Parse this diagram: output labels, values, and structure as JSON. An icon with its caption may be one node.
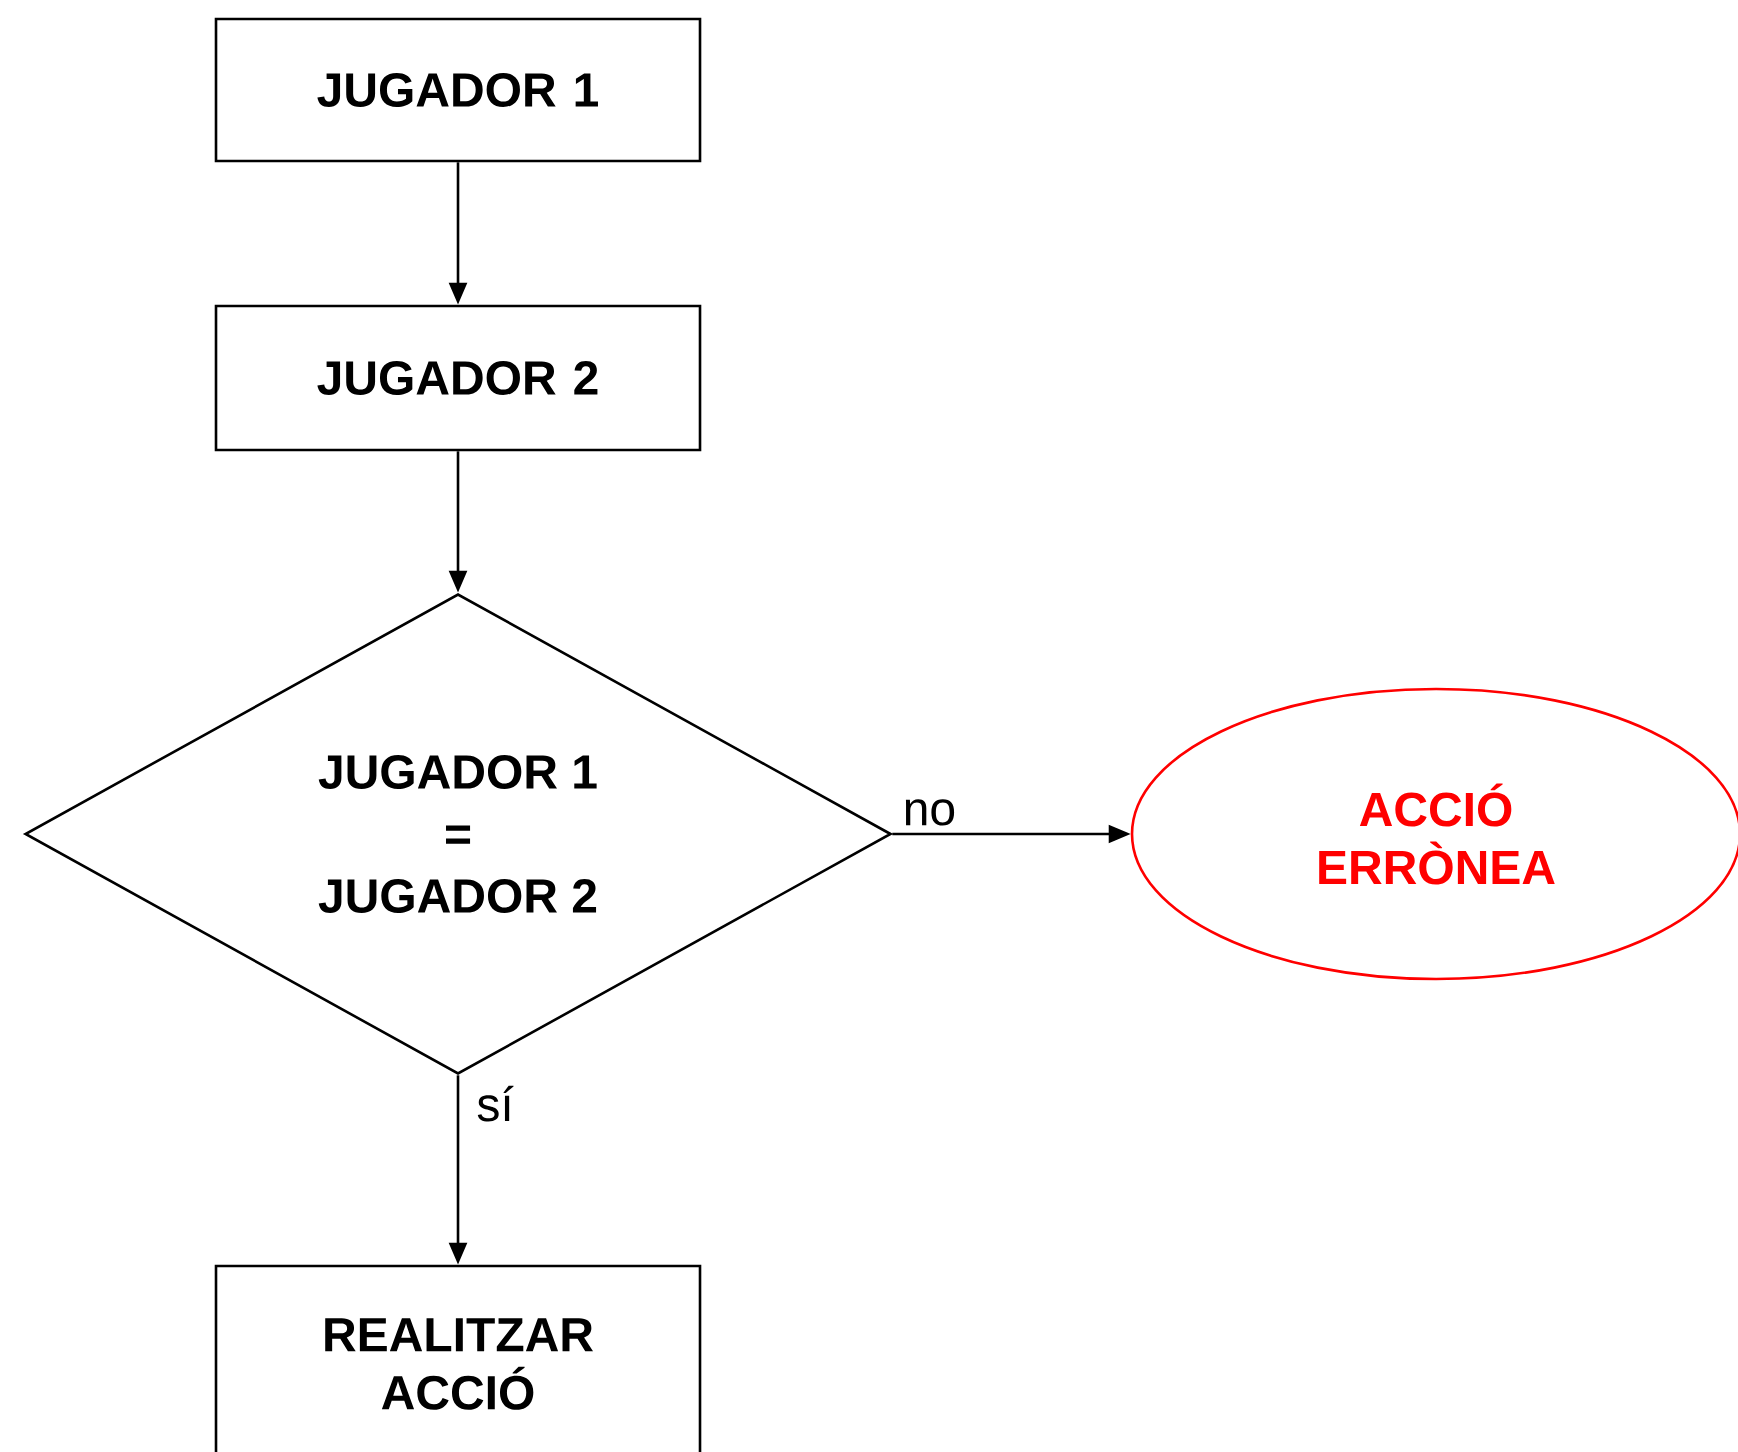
{
  "diagram": {
    "nodes": [
      {
        "text": [
          "JUGADOR 1"
        ]
      },
      {
        "text": [
          "JUGADOR 2"
        ]
      },
      {
        "text": [
          "JUGADOR 1",
          "=",
          "JUGADOR 2"
        ]
      },
      {
        "text": [
          "ACCIÓ ERRÒNEA"
        ]
      },
      {
        "text": [
          "REALITZAR ACCIÓ"
        ]
      }
    ],
    "edges": [
      {
        "from": 0,
        "to": 1,
        "arrow": "to"
      },
      {
        "from": 1,
        "to": 2,
        "arrow": "to"
      },
      {
        "from": 2,
        "to": 3,
        "arrow": "to",
        "label": "no"
      },
      {
        "from": 2,
        "to": 4,
        "arrow": "to",
        "label": "sí"
      }
    ]
  }
}
